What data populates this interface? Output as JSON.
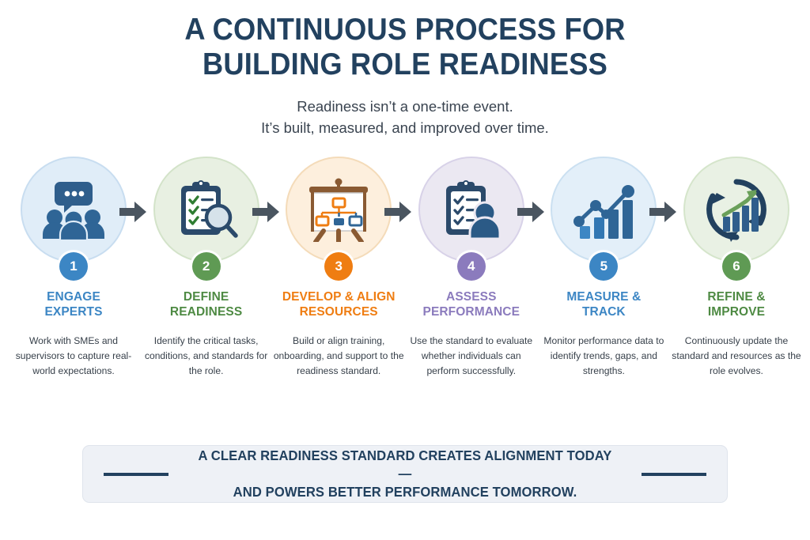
{
  "header": {
    "title_line1": "A CONTINUOUS PROCESS FOR",
    "title_line2": "BUILDING ROLE READINESS",
    "subtitle_line1": "Readiness isn’t a one-time event.",
    "subtitle_line2": "It’s built, measured, and improved over time."
  },
  "colors": {
    "title_navy": "#22415f",
    "blue": "#3c86c4",
    "green": "#5f9a54",
    "orange": "#ef7d12",
    "purple": "#8b7bbd",
    "arrow_gray": "#4a5560",
    "banner_bg": "#eef1f6"
  },
  "steps": [
    {
      "number": "1",
      "icon": "people-discussion-icon",
      "label_line1": "ENGAGE",
      "label_line2": "EXPERTS",
      "description": "Work with SMEs and supervisors to capture real-world expectations.",
      "accent": "#3c86c4",
      "circle_fill": "#e0edf8",
      "circle_ring": "#c8ddf0"
    },
    {
      "number": "2",
      "icon": "clipboard-magnifier-icon",
      "label_line1": "DEFINE",
      "label_line2": "READINESS",
      "description": "Identify the critical tasks, conditions, and standards for the role.",
      "accent": "#5f9a54",
      "circle_fill": "#e8f0e2",
      "circle_ring": "#d3e3c9"
    },
    {
      "number": "3",
      "icon": "presentation-easel-icon",
      "label_line1": "DEVELOP & ALIGN",
      "label_line2": "RESOURCES",
      "description": "Build or align training, onboarding, and support to the readiness standard.",
      "accent": "#ef7d12",
      "circle_fill": "#fdefdd",
      "circle_ring": "#f4dbb9"
    },
    {
      "number": "4",
      "icon": "clipboard-person-icon",
      "label_line1": "ASSESS",
      "label_line2": "PERFORMANCE",
      "description": "Use the standard to evaluate whether individuals can perform successfully.",
      "accent": "#8b7bbd",
      "circle_fill": "#ebe8f2",
      "circle_ring": "#d8d2e8"
    },
    {
      "number": "5",
      "icon": "bar-chart-trend-icon",
      "label_line1": "MEASURE &",
      "label_line2": "TRACK",
      "description": "Monitor performance data to identify trends, gaps, and strengths.",
      "accent": "#3c86c4",
      "circle_fill": "#e3eff9",
      "circle_ring": "#cbe0f1"
    },
    {
      "number": "6",
      "icon": "refresh-growth-icon",
      "label_line1": "REFINE &",
      "label_line2": "IMPROVE",
      "description": "Continuously update the standard and resources as the role evolves.",
      "accent": "#5f9a54",
      "circle_fill": "#e9f1e4",
      "circle_ring": "#d5e5cb"
    }
  ],
  "banner": {
    "line1": "A CLEAR READINESS STANDARD CREATES ALIGNMENT TODAY—",
    "line2": "AND POWERS BETTER PERFORMANCE TOMORROW."
  }
}
